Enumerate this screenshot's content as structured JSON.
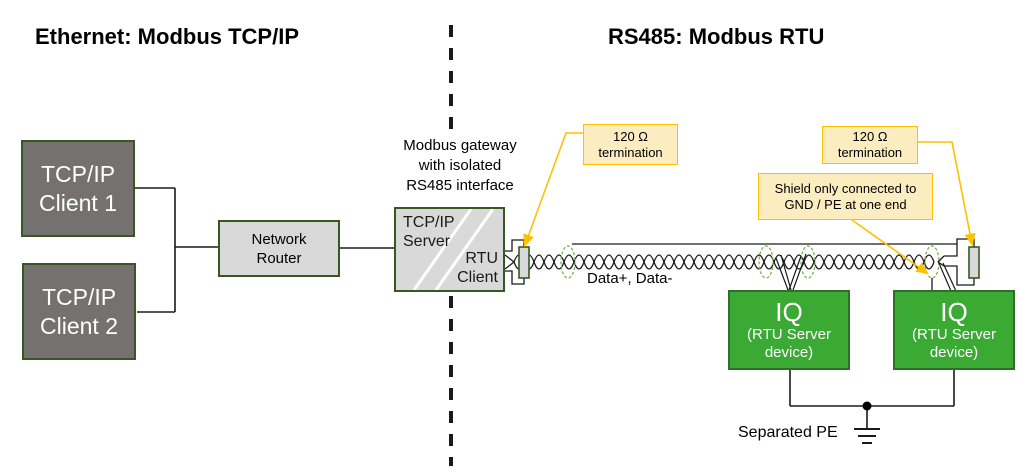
{
  "titles": {
    "left": "Ethernet: Modbus TCP/IP",
    "right": "RS485: Modbus RTU"
  },
  "ethernet": {
    "client1": {
      "line1": "TCP/IP",
      "line2": "Client 1"
    },
    "client2": {
      "line1": "TCP/IP",
      "line2": "Client 2"
    },
    "router": {
      "line1": "Network",
      "line2": "Router"
    }
  },
  "gateway": {
    "caption": [
      "Modbus gateway",
      "with isolated",
      "RS485 interface"
    ],
    "server_port": {
      "line1": "TCP/IP",
      "line2": "Server"
    },
    "rtu_port": {
      "line1": "RTU",
      "line2": "Client"
    }
  },
  "rs485": {
    "termination_left": {
      "line1": "120 Ω",
      "line2": "termination"
    },
    "termination_right": {
      "line1": "120 Ω",
      "line2": "termination"
    },
    "shield_note": {
      "line1": "Shield only connected to",
      "line2": "GND / PE at one end"
    },
    "bus_label": "Data+, Data-",
    "device1": {
      "name": "IQ",
      "line1": "(RTU Server",
      "line2": "device)"
    },
    "device2": {
      "name": "IQ",
      "line1": "(RTU Server",
      "line2": "device)"
    },
    "pe_label": "Separated PE"
  },
  "colors": {
    "client_fill": "#767171",
    "gray_fill": "#d9d9d9",
    "border_green": "#385723",
    "device_fill": "#3baa35",
    "device_border": "#2f6f28",
    "note_fill": "#fbedc0",
    "note_border": "#ffc000",
    "ring_green": "#70ad47",
    "wire": "#1a1a1a"
  }
}
